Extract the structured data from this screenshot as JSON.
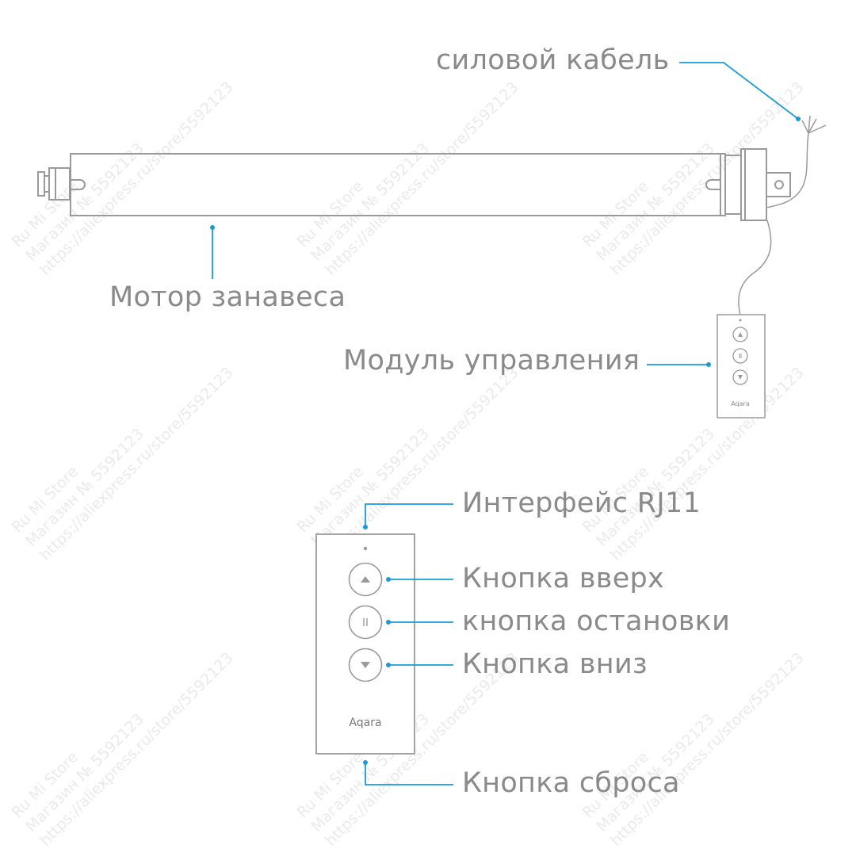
{
  "labels": {
    "power_cable": "силовой кабель",
    "curtain_motor": "Мотор занавеса",
    "control_module": "Модуль управления",
    "rj11_interface": "Интерфейс RJ11",
    "up_button": "Кнопка вверх",
    "stop_button": "кнопка остановки",
    "down_button": "Кнопка вниз",
    "reset_button": "Кнопка сброса"
  },
  "device": {
    "brand": "Aqara"
  },
  "watermark": {
    "line1": "Ru Mi Store",
    "line2": "Магазин № 5592123",
    "line3": "https://aliexpress.ru/store/5592123"
  },
  "colors": {
    "label_text": "#8a8a8a",
    "leader_line": "#1a9bd7",
    "outline": "#9a9a9a",
    "watermark": "#d9d9d9"
  }
}
